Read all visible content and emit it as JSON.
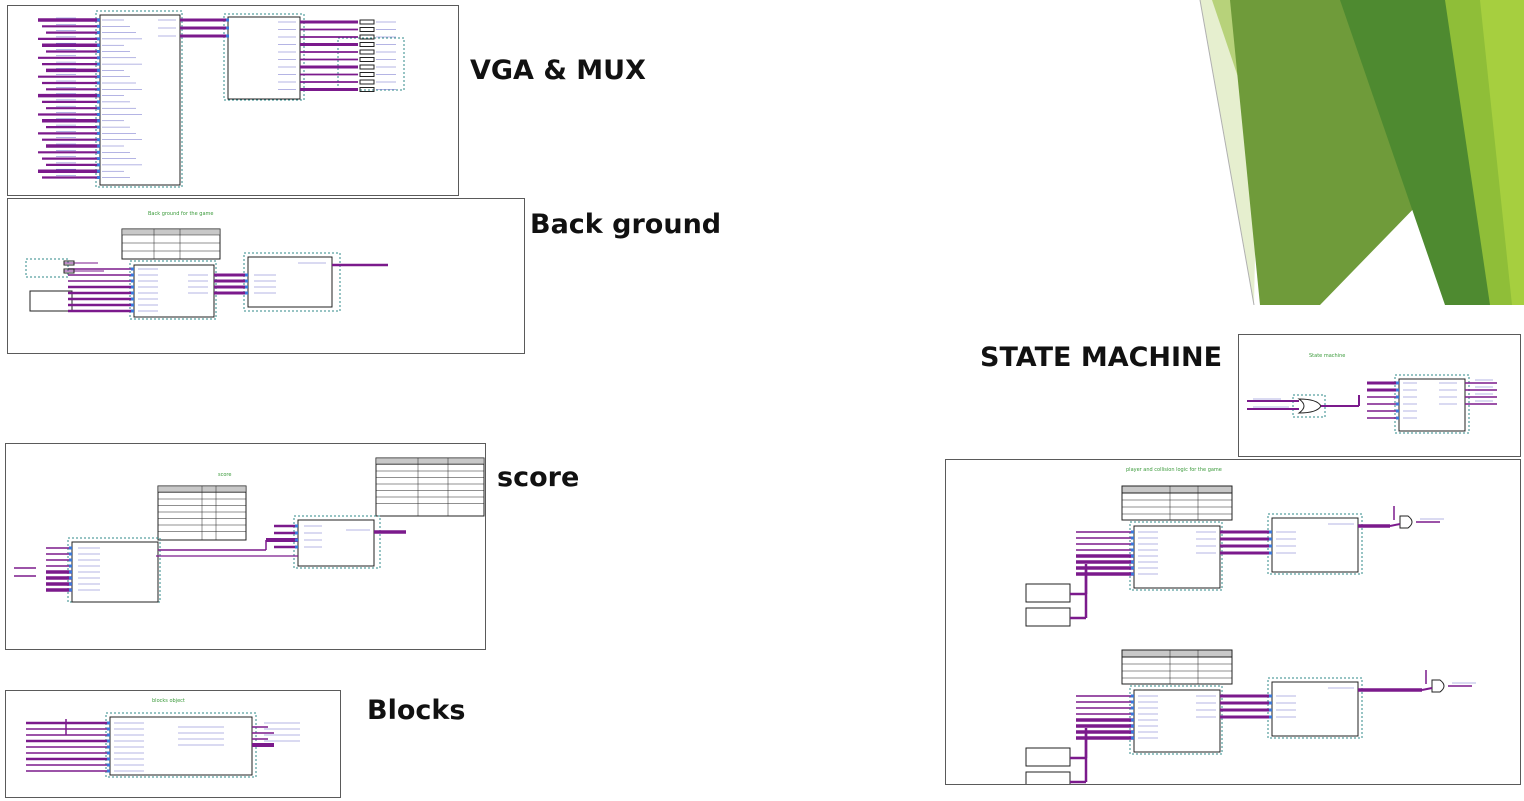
{
  "slide": {
    "labels": {
      "vga_mux": "VGA &  MUX",
      "background": "Back ground",
      "score": "score",
      "blocks": "Blocks",
      "state_machine": "STATE MACHINE"
    }
  },
  "theme": {
    "wire": "#7b1a8c",
    "port": "#3a78d8",
    "frame": "#5a5a5a",
    "dotted": "#2f8a8a",
    "annotation": "#3a9a3a",
    "decor": [
      "#cfe0a8",
      "#8db84a",
      "#5f8f2c",
      "#3f7a2a",
      "#9bc83a"
    ]
  }
}
